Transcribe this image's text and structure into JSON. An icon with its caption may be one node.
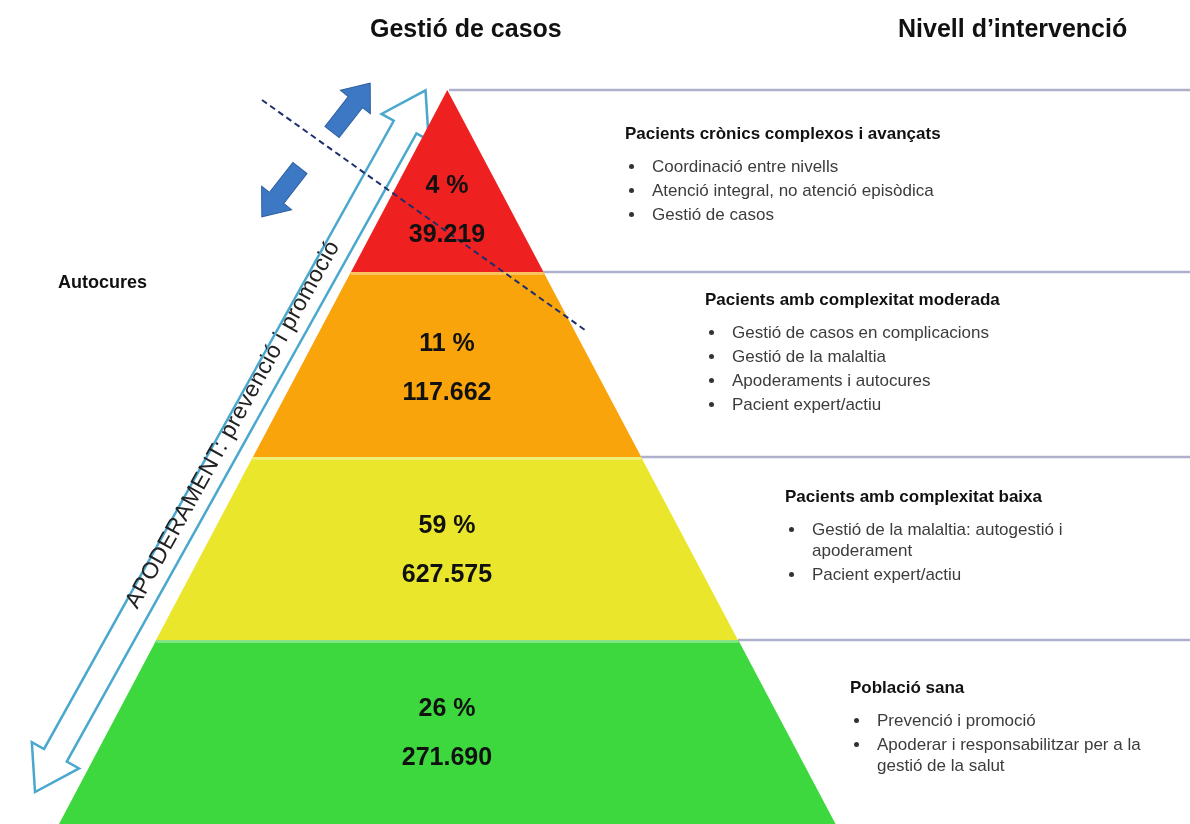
{
  "diagram": {
    "nodes": [
      {
        "text": [
          "4 %",
          "39.219"
        ]
      },
      {
        "text": [
          "11 %",
          "117.662"
        ]
      },
      {
        "text": [
          "59 %",
          "627.575"
        ]
      },
      {
        "text": [
          "26 %",
          "271.690"
        ]
      },
      {
        "text": [
          "Pacients crònics complexos i avançats",
          "Coordinació entre nivells",
          "Atenció integral, no atenció episòdica",
          "Gestió de casos"
        ]
      },
      {
        "text": [
          "Pacients amb complexitat moderada",
          "Gestió de casos en complicacions",
          "Gestió de la malaltia",
          "Apoderaments i autocures",
          "Pacient expert/actiu"
        ]
      },
      {
        "text": [
          "Pacients amb complexitat baixa",
          "Gestió de la malaltia: autogestió i apoderament",
          "Pacient expert/actiu"
        ]
      },
      {
        "text": [
          "Població sana",
          "Prevenció i promoció",
          "Apoderar i responsabilitzar per a la gestió de la salut"
        ]
      }
    ],
    "labels": [
      "Gestió de casos",
      "Nivell d’intervenció",
      "Autocures",
      "APODERAMENT: prevenció i promoció"
    ]
  }
}
